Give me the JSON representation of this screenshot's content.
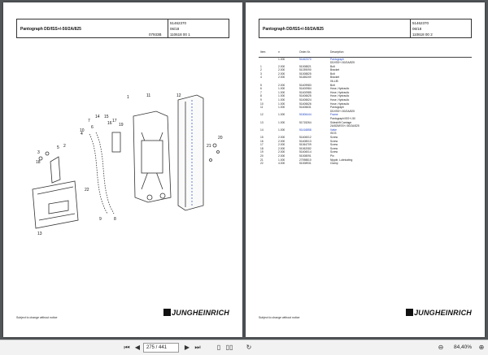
{
  "left_page": {
    "title": "Pantograph DD/ISS+/-50/2A/825",
    "number": "51462370",
    "date": "06/18",
    "code": "07933B",
    "ref": "110618 00 1",
    "footer_note": "Subject to change without notice",
    "brand": "JUNGHEINRICH",
    "callouts": [
      "1",
      "2",
      "3",
      "4",
      "5",
      "6",
      "7",
      "8",
      "9",
      "10",
      "11",
      "12",
      "13",
      "14",
      "15",
      "16",
      "17",
      "18",
      "19",
      "20",
      "21",
      "22"
    ]
  },
  "right_page": {
    "title": "Pantograph DD/ISS+/-50/2A/825",
    "number": "51462370",
    "date": "06/18",
    "ref": "110618 00 2",
    "footer_note": "Subject to change without notice",
    "brand": "JUNGHEINRICH",
    "columns": [
      "Item",
      "n",
      "Order-Nr.",
      "Description"
    ],
    "rows": [
      {
        "item": "",
        "n": "1.000",
        "order": "51462370",
        "desc": "Pantograph",
        "blue": true
      },
      {
        "item": "",
        "n": "",
        "order": "",
        "desc": "DD/ISS+/-50/2A/825",
        "blue": false
      },
      {
        "item": "1",
        "n": "2.000",
        "order": "51008821",
        "desc": "Bolt",
        "blue": false
      },
      {
        "item": "2",
        "n": "2.000",
        "order": "51039090",
        "desc": "Bracket",
        "blue": false
      },
      {
        "item": "3",
        "n": "2.000",
        "order": "51008825",
        "desc": "Bolt",
        "blue": false
      },
      {
        "item": "4",
        "n": "2.000",
        "order": "51186249",
        "desc": "Bracket",
        "blue": false
      },
      {
        "item": "",
        "n": "",
        "order": "",
        "desc": "06-LIB",
        "blue": false
      },
      {
        "item": "5",
        "n": "2.000",
        "order": "51409983",
        "desc": "Bolt",
        "blue": false
      },
      {
        "item": "6",
        "n": "1.000",
        "order": "51400984",
        "desc": "Hose, Hydraulic",
        "blue": false
      },
      {
        "item": "7",
        "n": "1.000",
        "order": "51400985",
        "desc": "Hose, Hydraulic",
        "blue": false
      },
      {
        "item": "8",
        "n": "1.000",
        "order": "51406625",
        "desc": "Hose, Hydraulic",
        "blue": false
      },
      {
        "item": "9",
        "n": "1.000",
        "order": "51406624",
        "desc": "Hose, Hydraulic",
        "blue": false
      },
      {
        "item": "10",
        "n": "1.000",
        "order": "51406626",
        "desc": "Hose, Hydraulic",
        "blue": false
      },
      {
        "item": "11",
        "n": "1.000",
        "order": "51406631",
        "desc": "Pantograph",
        "blue": false
      },
      {
        "item": "",
        "n": "",
        "order": "",
        "desc": "DD/ISS+/-50/2A/825",
        "blue": false
      },
      {
        "item": "12",
        "n": "1.000",
        "order": "51506444",
        "desc": "Frame",
        "blue": true
      },
      {
        "item": "",
        "n": "",
        "order": "",
        "desc": "Pantograph/ISS+/-50",
        "blue": false
      },
      {
        "item": "13",
        "n": "1.000",
        "order": "51715264",
        "desc": "Sideshift Carriage",
        "blue": false
      },
      {
        "item": "",
        "n": "",
        "order": "",
        "desc": "2A/825/ISS+/-50/2A/825",
        "blue": false
      },
      {
        "item": "14",
        "n": "1.000",
        "order": "51416858",
        "desc": "Valve",
        "blue": true
      },
      {
        "item": "",
        "n": "",
        "order": "",
        "desc": "ISO3",
        "blue": false
      },
      {
        "item": "15",
        "n": "2.000",
        "order": "51406012",
        "desc": "Screw",
        "blue": false
      },
      {
        "item": "16",
        "n": "2.000",
        "order": "51408013",
        "desc": "Screw",
        "blue": false
      },
      {
        "item": "17",
        "n": "2.000",
        "order": "51064709",
        "desc": "Screw",
        "blue": false
      },
      {
        "item": "18",
        "n": "2.000",
        "order": "51062082",
        "desc": "Screw",
        "blue": false
      },
      {
        "item": "19",
        "n": "2.000",
        "order": "51406014",
        "desc": "Screw",
        "blue": false
      },
      {
        "item": "20",
        "n": "2.000",
        "order": "51008091",
        "desc": "Pin",
        "blue": false
      },
      {
        "item": "21",
        "n": "1.000",
        "order": "27098810",
        "desc": "Nipple, Lubricating",
        "blue": false
      },
      {
        "item": "22",
        "n": "4.000",
        "order": "51008931",
        "desc": "Clamp",
        "blue": false
      }
    ]
  },
  "toolbar": {
    "page_value": "275 / 441",
    "zoom": "84,40%"
  }
}
